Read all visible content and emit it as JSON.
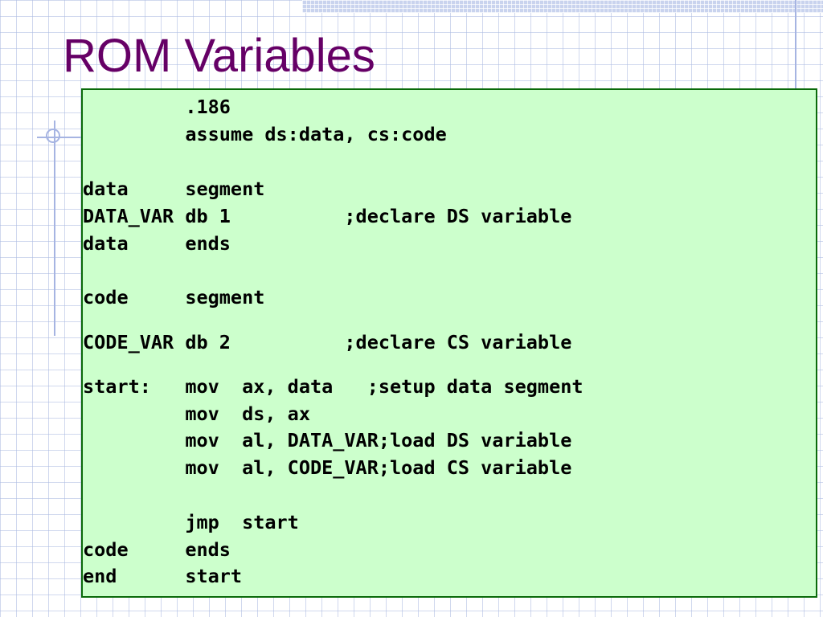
{
  "slide": {
    "title": "ROM Variables"
  },
  "code": {
    "lines": [
      "         .186",
      "         assume ds:data, cs:code",
      "data     segment",
      "DATA_VAR db 1          ;declare DS variable",
      "data     ends",
      "code     segment",
      "CODE_VAR db 2          ;declare CS variable",
      "start:   mov  ax, data   ;setup data segment",
      "         mov  ds, ax",
      "         mov  al, DATA_VAR;load DS variable",
      "         mov  al, CODE_VAR;load CS variable",
      "         jmp  start",
      "code     ends",
      "end      start"
    ]
  },
  "colors": {
    "title": "#660066",
    "code_background": "#ccffcc",
    "code_border": "#0a6a0a",
    "grid_lines": "#aab9e1"
  }
}
